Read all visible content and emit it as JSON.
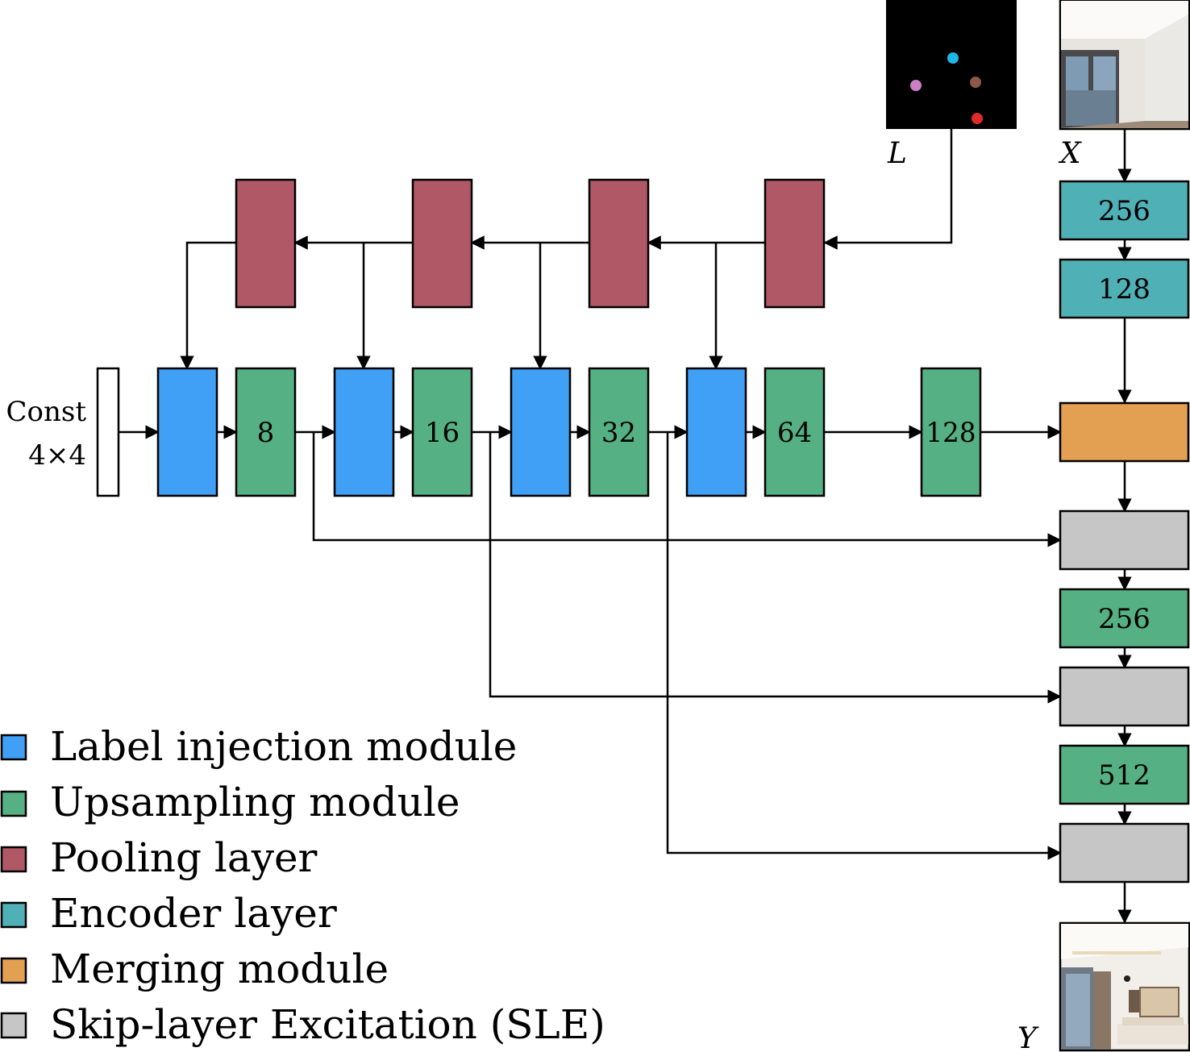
{
  "colors": {
    "label_injection": "#3fa0f5",
    "upsampling": "#55b183",
    "pooling": "#b05865",
    "encoder": "#4fb0b6",
    "merging": "#e39f52",
    "sle": "#c6c6c6"
  },
  "inputs": {
    "const_line1": "Const",
    "const_line2": "4×4",
    "label_map_symbol": "L",
    "input_image_symbol": "X",
    "output_image_symbol": "Y"
  },
  "generator": {
    "upsampling_labels": [
      "8",
      "16",
      "32",
      "64",
      "128"
    ]
  },
  "encoder": {
    "labels": [
      "256",
      "128"
    ]
  },
  "decoder": {
    "upsampling_labels": [
      "256",
      "512"
    ]
  },
  "legend": {
    "items": [
      {
        "label": "Label injection module",
        "color_key": "label_injection"
      },
      {
        "label": "Upsampling module",
        "color_key": "upsampling"
      },
      {
        "label": "Pooling layer",
        "color_key": "pooling"
      },
      {
        "label": "Encoder layer",
        "color_key": "encoder"
      },
      {
        "label": "Merging module",
        "color_key": "merging"
      },
      {
        "label": "Skip-layer Excitation (SLE)",
        "color_key": "sle"
      }
    ]
  }
}
